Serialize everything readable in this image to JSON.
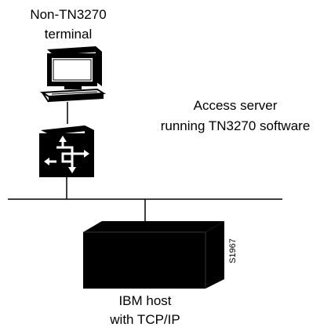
{
  "labels": {
    "terminal_line1": "Non-TN3270",
    "terminal_line2": "terminal",
    "server_line1": "Access server",
    "server_line2": "running TN3270 software",
    "host_line1": "IBM host",
    "host_line2": "with TCP/IP",
    "figure_id": "S1967"
  },
  "icons": {
    "terminal": "computer-terminal-icon",
    "access_server": "access-server-icon",
    "host": "mainframe-host-icon"
  },
  "colors": {
    "ink": "#000000",
    "background": "#ffffff"
  }
}
